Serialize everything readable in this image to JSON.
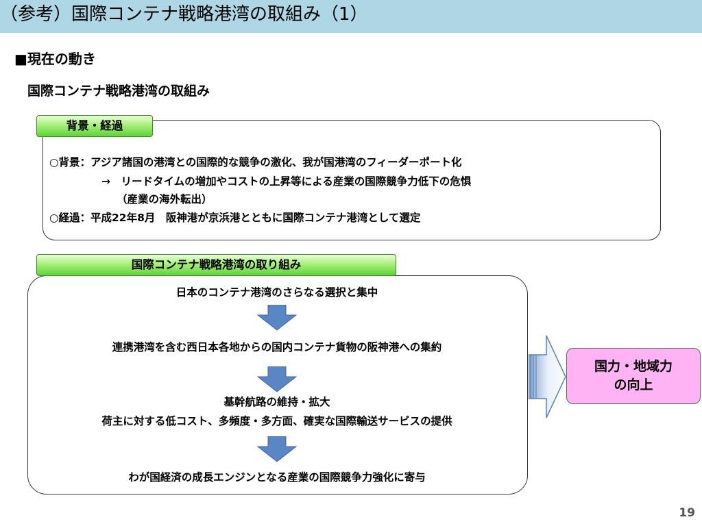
{
  "slide": {
    "title": "（参考）国際コンテナ戦略港湾の取組み（1）",
    "section_heading": "■現在の動き",
    "subheading": "国際コンテナ戦略港湾の取組み",
    "page_number": "19"
  },
  "background_box": {
    "tag": "背景・経過",
    "lines": [
      "○背景：アジア諸国の港湾との国際的な競争の激化、我が国港湾のフィーダーポート化",
      "→　リードタイムの増加やコストの上昇等による産業の国際競争力低下の危惧",
      "（産業の海外転出）",
      "○経過：平成22年8月　阪神港が京浜港とともに国際コンテナ港湾として選定"
    ]
  },
  "actions_box": {
    "tag": "国際コンテナ戦略港湾の取り組み",
    "steps": [
      "日本のコンテナ港湾のさらなる選択と集中",
      "連携港湾を含む西日本各地からの国内コンテナ貨物の阪神港への集約",
      "基幹航路の維持・拡大",
      "荷主に対する低コスト、多頻度・多方面、確実な国際輸送サービスの提供",
      "わが国経済の成長エンジンとなる産業の国際競争力強化に寄与"
    ]
  },
  "outcome": {
    "line1": "国力・地域力",
    "line2": "の向上"
  },
  "colors": {
    "header_band": "#aed6e4",
    "tag_green": "#7fe357",
    "arrow_blue": "#5b86c5",
    "outcome_pink": "#ffb3f5"
  }
}
